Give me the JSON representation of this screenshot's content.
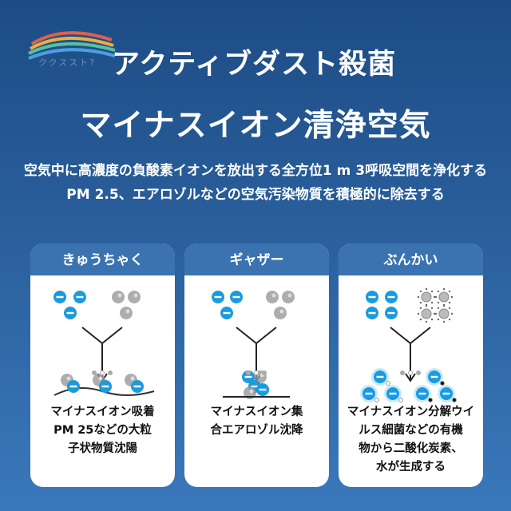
{
  "logo": {
    "text": "ククススト?"
  },
  "title": {
    "line1": "アクティブダスト殺菌",
    "line2": "マイナスイオン清浄空気"
  },
  "subtitle": {
    "line1": "空気中に高濃度の負酸素イオンを放出する全方位1 m 3呼吸空間を浄化する",
    "line2": "PM 2.5、エアロゾルなどの空気汚染物質を積極的に除去する"
  },
  "colors": {
    "ion": "#1a9be0",
    "accent": "#3b73b0"
  },
  "cards": [
    {
      "title": "きゅうちゃく",
      "text": [
        "マイナスイオン吸着",
        "PM 25などの大粒",
        "子状物質沈陽"
      ]
    },
    {
      "title": "ギャザー",
      "text": [
        "マイナスイオン集",
        "合エアロゾル沈降"
      ]
    },
    {
      "title": "ぶんかい",
      "text": [
        "マイナスイオン分解ウイ",
        "ルス細菌などの有機",
        "物から二酸化炭素、",
        "水が生成する"
      ]
    }
  ]
}
